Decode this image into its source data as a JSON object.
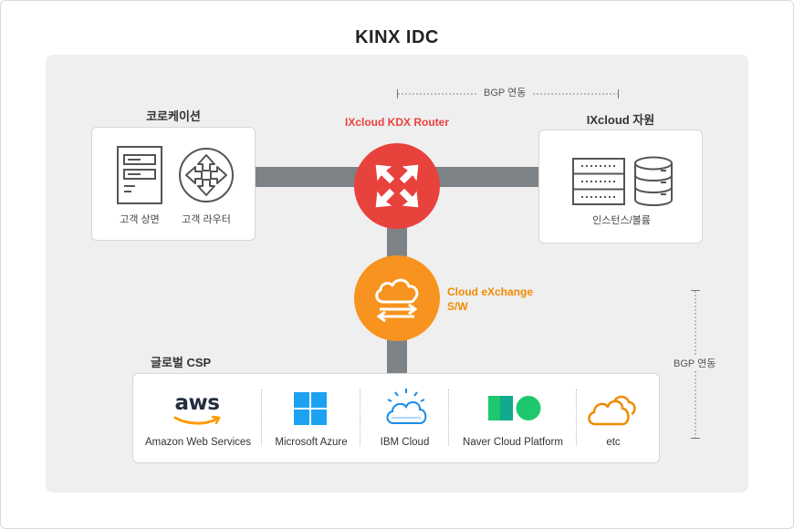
{
  "title": "KINX IDC",
  "colocation": {
    "label": "코로케이션",
    "items": [
      "고객 상면",
      "고객 라우터"
    ]
  },
  "router": {
    "label": "IXcloud KDX Router"
  },
  "ixcloud": {
    "label": "IXcloud 자원",
    "items": [
      "인스턴스/볼륨"
    ]
  },
  "exchange": {
    "line1": "Cloud eXchange",
    "line2": "S/W"
  },
  "bgp": {
    "top": "BGP 연동",
    "right": "BGP 연동"
  },
  "csp": {
    "label": "글로벌 CSP",
    "providers": [
      {
        "name": "Amazon Web Services",
        "logo_text": "aws"
      },
      {
        "name": "Microsoft Azure"
      },
      {
        "name": "IBM Cloud"
      },
      {
        "name": "Naver Cloud Platform"
      },
      {
        "name": "etc"
      }
    ]
  },
  "colors": {
    "router_red": "#e8423d",
    "exchange_orange": "#f7931e",
    "connector_gray": "#7d8287",
    "azure_blue": "#1da1f2",
    "naver_green": "#1ec86d",
    "aws_orange": "#ff9900",
    "etc_orange": "#f18a00"
  },
  "icons": [
    "server-icon",
    "router-icon",
    "storage-icon",
    "database-icon",
    "cloud-icon",
    "aws-logo",
    "azure-logo",
    "ibm-cloud-logo",
    "naver-cloud-logo",
    "cloud-outline-icon"
  ]
}
